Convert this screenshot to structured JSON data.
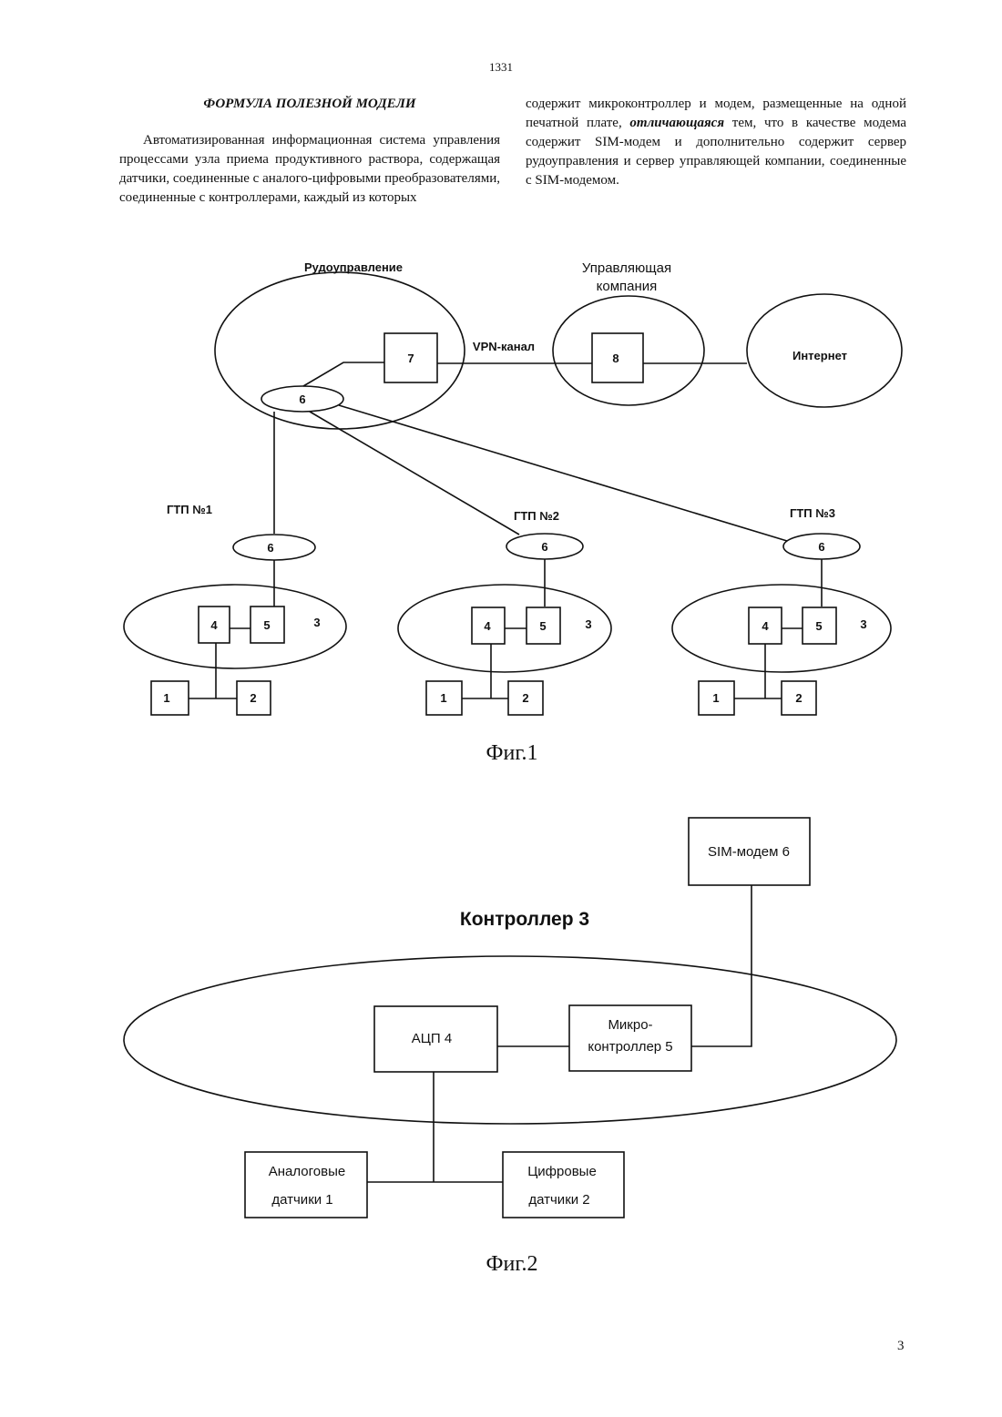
{
  "header": {
    "page_top_number": "1331"
  },
  "claims": {
    "heading": "ФОРМУЛА ПОЛЕЗНОЙ МОДЕЛИ",
    "left_text": "Автоматизированная информационная система управления процессами узла приема продуктивного раствора, содержащая датчики, соединенные с аналого-цифровыми преобразователями, соединенные с контроллерами, каждый из которых",
    "right_text_before": "содержит микроконтроллер и модем, размещенные на одной печатной плате,",
    "right_emphasis": "отличающаяся",
    "right_text_after": "тем, что в качестве модема содержит SIM-модем и дополнительно содержит сервер рудоуправления и сервер управляющей компании, соединенные с SIM-модемом."
  },
  "fig1": {
    "caption": "Фиг.1",
    "mine_office_label": "Рудоуправление",
    "company_label_line1": "Управляющая",
    "company_label_line2": "компания",
    "internet_label": "Интернет",
    "vpn_label": "VPN-канал",
    "server7": "7",
    "server8": "8",
    "hub_modem": "6",
    "units": [
      {
        "title": "ГТП №1",
        "modem": "6",
        "adc": "4",
        "mcu": "5",
        "controller": "3",
        "sensor_a": "1",
        "sensor_b": "2"
      },
      {
        "title": "ГТП №2",
        "modem": "6",
        "adc": "4",
        "mcu": "5",
        "controller": "3",
        "sensor_a": "1",
        "sensor_b": "2"
      },
      {
        "title": "ГТП №3",
        "modem": "6",
        "adc": "4",
        "mcu": "5",
        "controller": "3",
        "sensor_a": "1",
        "sensor_b": "2"
      }
    ]
  },
  "fig2": {
    "caption": "Фиг.2",
    "sim_modem": "SIM-модем 6",
    "controller_label": "Контроллер 3",
    "adc": "АЦП 4",
    "mcu_line1": "Микро-",
    "mcu_line2": "контроллер 5",
    "analog_line1": "Аналоговые",
    "analog_line2": "датчики 1",
    "digital_line1": "Цифровые",
    "digital_line2": "датчики 2"
  },
  "footer": {
    "page_number": "3"
  }
}
